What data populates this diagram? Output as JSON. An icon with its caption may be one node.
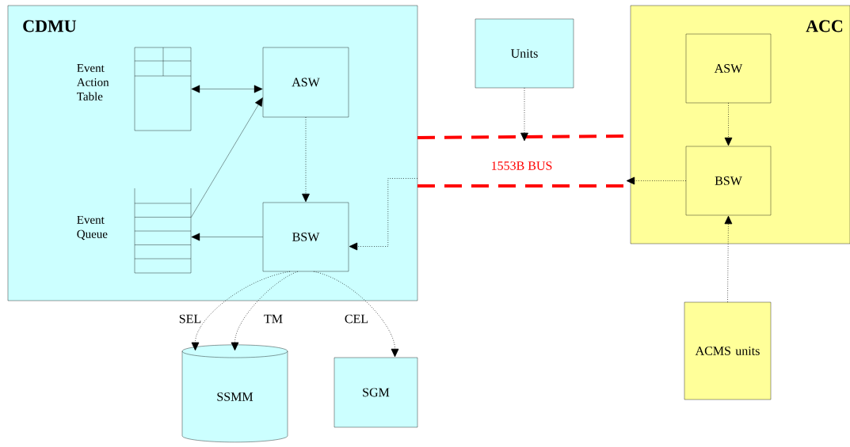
{
  "diagram": {
    "nodes": [
      {
        "text": [
          "CDMU"
        ]
      },
      {
        "text": [
          "Event Action Table"
        ],
        "in": 0
      },
      {
        "text": [
          "ASW"
        ],
        "in": 0
      },
      {
        "text": [
          "Event Queue"
        ],
        "in": 0
      },
      {
        "text": [
          "BSW"
        ],
        "in": 0
      },
      {
        "text": [
          "Units"
        ]
      },
      {
        "text": [
          "1553B BUS"
        ]
      },
      {
        "text": [
          "ACC"
        ]
      },
      {
        "text": [
          "ASW"
        ],
        "in": 7
      },
      {
        "text": [
          "BSW"
        ],
        "in": 7
      },
      {
        "text": [
          "ACMS units"
        ]
      },
      {
        "text": [
          "SSMM"
        ]
      },
      {
        "text": [
          "SGM"
        ]
      }
    ],
    "edges": [
      {
        "from": 1,
        "to": 2,
        "arrow": "both"
      },
      {
        "from": 3,
        "to": 2,
        "arrow": "to"
      },
      {
        "from": 2,
        "to": 4,
        "arrow": "to",
        "style": "dashed"
      },
      {
        "from": 4,
        "to": 3,
        "arrow": "to"
      },
      {
        "from": 6,
        "to": 4,
        "arrow": "to",
        "style": "dashed"
      },
      {
        "from": 5,
        "to": 6,
        "arrow": "to",
        "style": "dashed"
      },
      {
        "from": 9,
        "to": 6,
        "arrow": "to",
        "style": "dashed"
      },
      {
        "from": 8,
        "to": 9,
        "arrow": "to",
        "style": "dashed"
      },
      {
        "from": 10,
        "to": 9,
        "arrow": "to",
        "style": "dashed"
      },
      {
        "from": 4,
        "to": 11,
        "label": "SEL",
        "arrow": "to",
        "style": "dashed"
      },
      {
        "from": 4,
        "to": 11,
        "label": "TM",
        "arrow": "to",
        "style": "dashed"
      },
      {
        "from": 4,
        "to": 12,
        "label": "CEL",
        "arrow": "to",
        "style": "dashed"
      }
    ]
  }
}
